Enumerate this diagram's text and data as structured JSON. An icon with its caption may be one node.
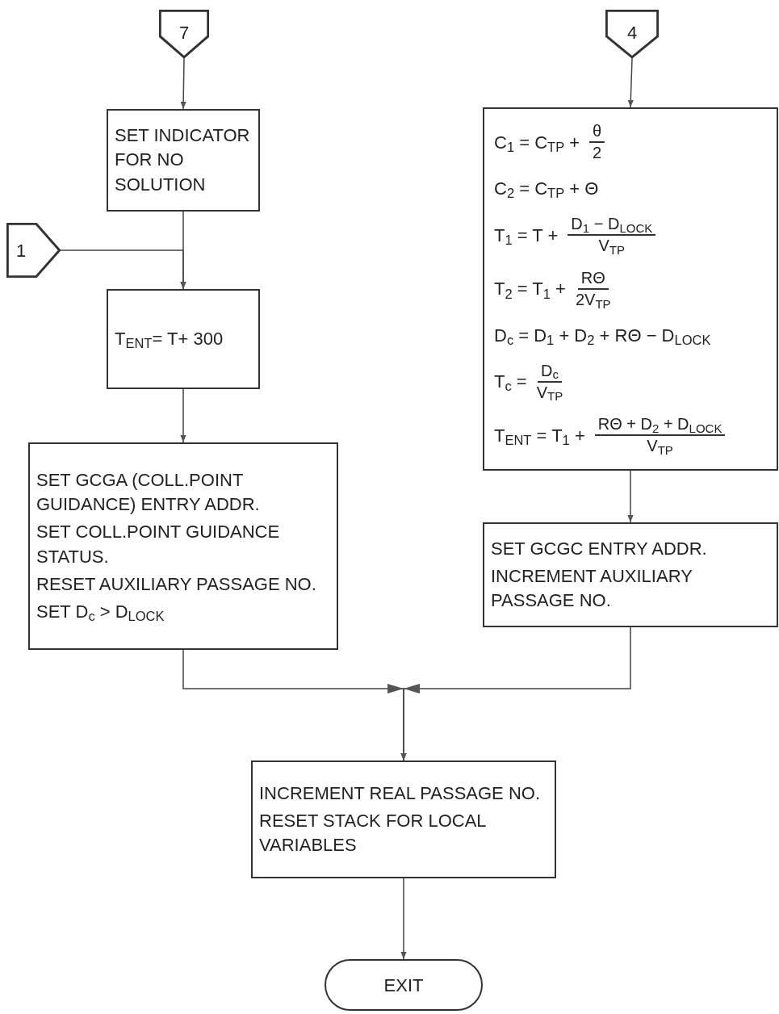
{
  "diagram": {
    "nodes": [
      {
        "text": [
          "7"
        ]
      },
      {
        "text": [
          "SET INDICATOR FOR NO SOLUTION"
        ]
      },
      {
        "text": [
          "1"
        ]
      },
      {
        "text": [
          "T$_{ENT}$= T+ 300"
        ]
      },
      {
        "text": [
          "SET GCGA (COLL.POINT GUIDANCE) ENTRY ADDR.",
          "SET COLL.POINT GUIDANCE STATUS.",
          "RESET AUXILIARY PASSAGE NO.",
          "SET D$_{c}$ > D$_{LOCK}$"
        ]
      },
      {
        "text": [
          "4"
        ]
      },
      {
        "text": [
          "C$_{1}$ = C$_{TP}$ +",
          "θ",
          "2",
          "C$_{2}$ = C$_{TP}$ + Θ",
          "T$_{1}$ = T +",
          "D$_{1}$ − D$_{LOCK}$",
          "V$_{TP}$",
          "T$_{2}$ = T$_{1}$ +",
          "RΘ",
          "2V$_{TP}$",
          "D$_{c}$ = D$_{1}$ + D$_{2}$ + RΘ − D$_{LOCK}$",
          "T$_{c}$ =",
          "D$_{c}$",
          "V$_{TP}$",
          "T$_{ENT}$ = T$_{1}$ +",
          "RΘ + D$_{2}$ + D$_{LOCK}$",
          "V$_{TP}$"
        ]
      },
      {
        "text": [
          "SET GCGC ENTRY ADDR.",
          "INCREMENT AUXILIARY PASSAGE NO."
        ]
      },
      {
        "text": [
          "INCREMENT REAL PASSAGE NO.",
          "RESET STACK FOR LOCAL VARIABLES"
        ]
      },
      {
        "text": [
          "EXIT"
        ]
      }
    ],
    "edges": [
      {
        "from": 0,
        "to": 1,
        "arrow": "to"
      },
      {
        "from": 1,
        "to": 3,
        "arrow": "to"
      },
      {
        "from": 2,
        "to": 3,
        "arrow": "to"
      },
      {
        "from": 3,
        "to": 4,
        "arrow": "to"
      },
      {
        "from": 5,
        "to": 6,
        "arrow": "to"
      },
      {
        "from": 6,
        "to": 7,
        "arrow": "to"
      },
      {
        "from": 4,
        "to": 8,
        "arrow": "to"
      },
      {
        "from": 7,
        "to": 8,
        "arrow": "to"
      },
      {
        "from": 8,
        "to": 9,
        "arrow": "to"
      }
    ]
  }
}
